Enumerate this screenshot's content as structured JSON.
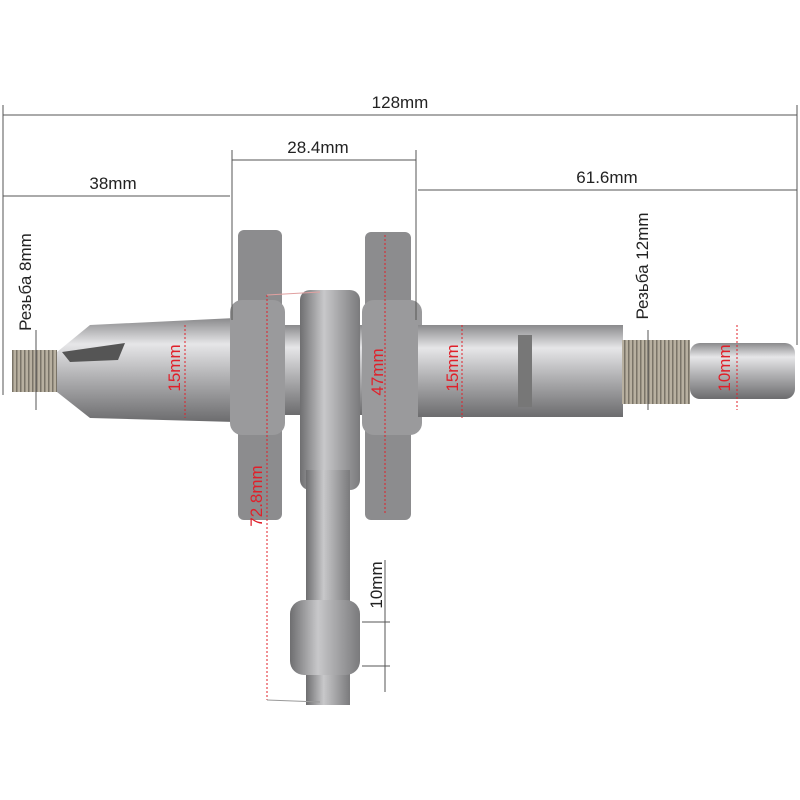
{
  "dimensions": {
    "overall_length": "128mm",
    "web_width": "28.4mm",
    "left_shaft_length": "38mm",
    "right_shaft_length": "61.6mm",
    "left_thread": "Резьба 8mm",
    "right_thread": "Резьба 12mm",
    "left_shaft_diameter": "15mm",
    "web_diameter": "47mm",
    "right_shaft_diameter": "15mm",
    "end_pin_diameter": "10mm",
    "conrod_length": "72.8mm",
    "small_end_width": "10mm"
  },
  "colors": {
    "annotation_red": "#e0202a",
    "annotation_black": "#222222"
  }
}
